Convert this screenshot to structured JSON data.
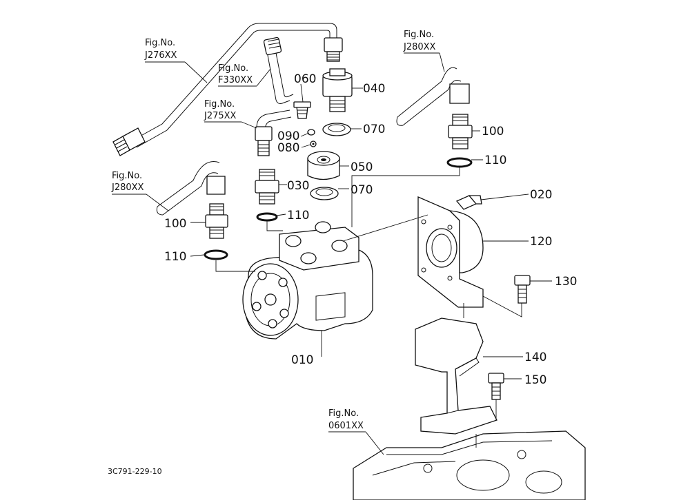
{
  "diagram": {
    "part_labels": {
      "p010": "010",
      "p020": "020",
      "p030": "030",
      "p040": "040",
      "p050": "050",
      "p060": "060",
      "p070a": "070",
      "p070b": "070",
      "p080": "080",
      "p090": "090",
      "p100a": "100",
      "p100b": "100",
      "p110a": "110",
      "p110b": "110",
      "p110c": "110",
      "p120": "120",
      "p130": "130",
      "p140": "140",
      "p150": "150"
    },
    "figure_refs": {
      "j276": {
        "title": "Fig.No.",
        "code": "J276XX"
      },
      "f330": {
        "title": "Fig.No.",
        "code": "F330XX"
      },
      "j275": {
        "title": "Fig.No.",
        "code": "J275XX"
      },
      "j280_left": {
        "title": "Fig.No.",
        "code": "J280XX"
      },
      "j280_right": {
        "title": "Fig.No.",
        "code": "J280XX"
      },
      "f0601": {
        "title": "Fig.No.",
        "code": "0601XX"
      }
    },
    "drawing_code": "3C791-229-10"
  }
}
